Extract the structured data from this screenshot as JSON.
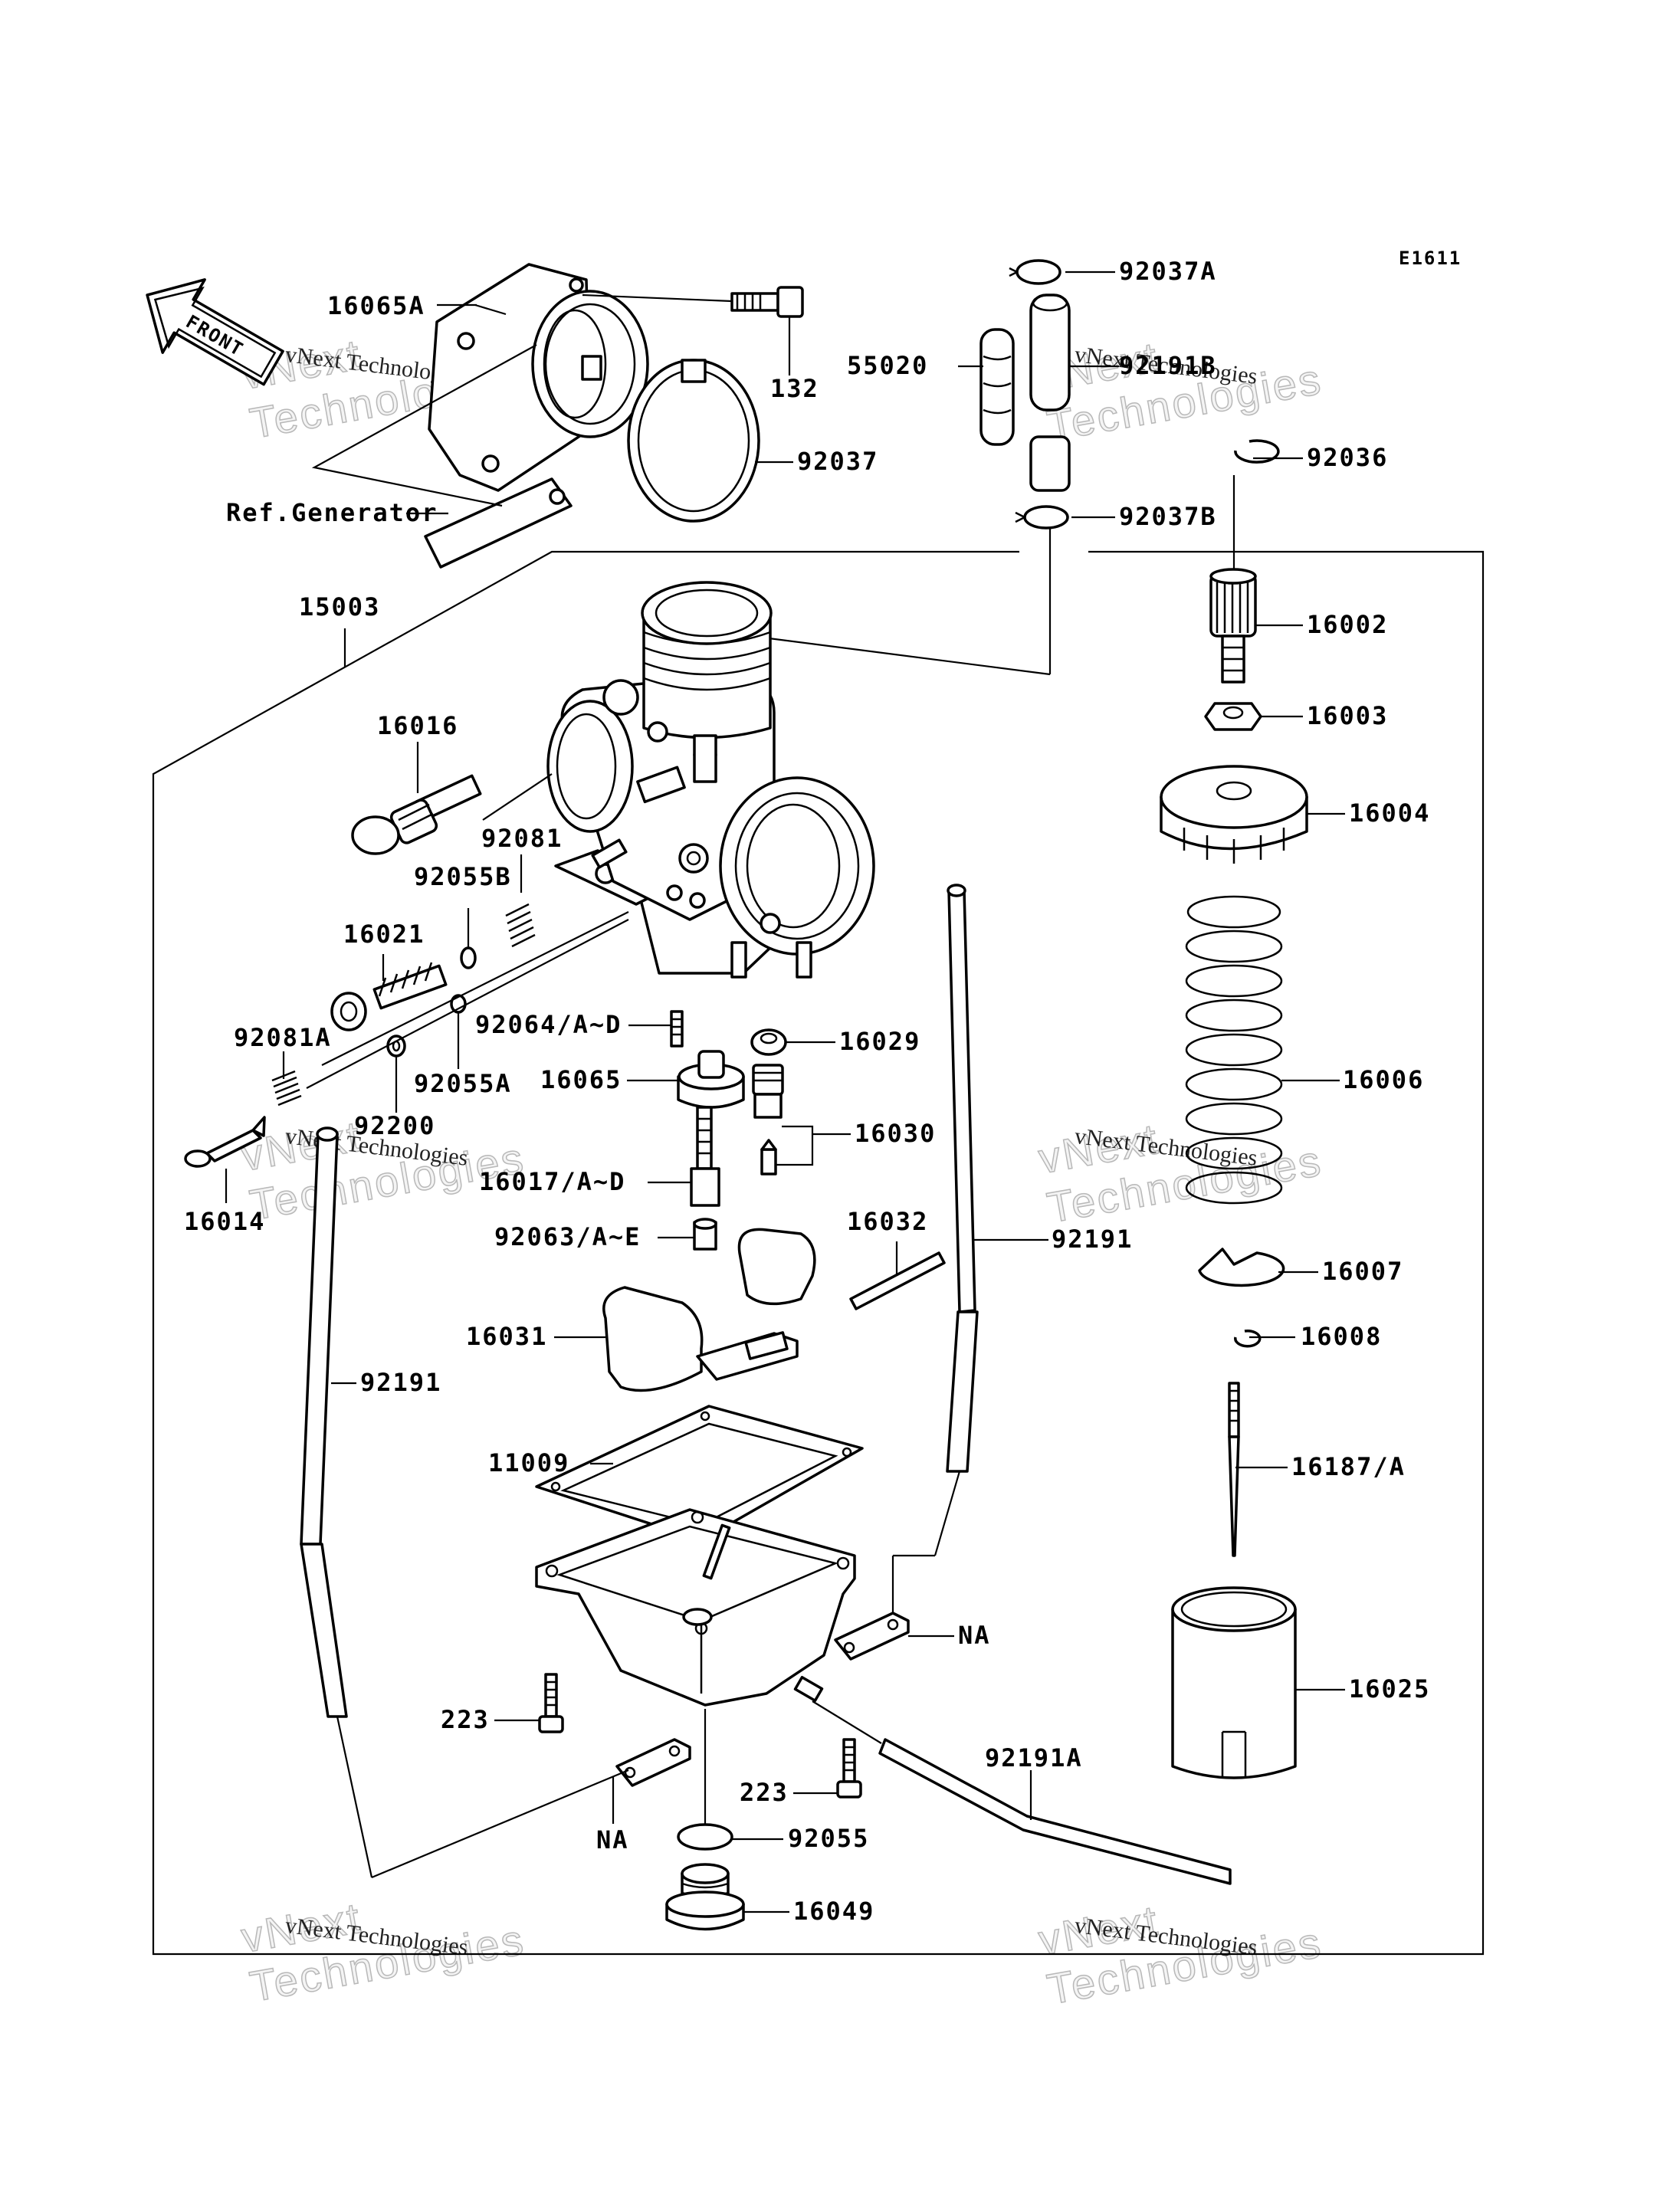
{
  "figure_code": "E1611",
  "front_arrow_label": "FRONT",
  "reference_note": "Ref.Generator",
  "watermark": {
    "line1": "vNext Technologies",
    "line2": "vNext\nTechnologies"
  },
  "part_labels": {
    "p92037A": "92037A",
    "p16065A": "16065A",
    "p55020": "55020",
    "p92191B": "92191B",
    "p132": "132",
    "p92037": "92037",
    "p92036": "92036",
    "p92037B": "92037B",
    "p15003": "15003",
    "p16002": "16002",
    "p16003": "16003",
    "p16016": "16016",
    "p16004": "16004",
    "p92081": "92081",
    "p92055B": "92055B",
    "p16021": "16021",
    "p92064": "92064/A~D",
    "p16029": "16029",
    "p92081A": "92081A",
    "p16065": "16065",
    "p92055A": "92055A",
    "p16006": "16006",
    "p92200": "92200",
    "p16030": "16030",
    "p16017": "16017/A~D",
    "p16014": "16014",
    "p16032": "16032",
    "p92191_right": "92191",
    "p92063": "92063/A~E",
    "p16007": "16007",
    "p16031": "16031",
    "p16008": "16008",
    "p92191_left": "92191",
    "p11009": "11009",
    "p16187": "16187/A",
    "p NA_right": "NA",
    "pNA_right": "NA",
    "p16025": "16025",
    "p223_left": "223",
    "p92191A": "92191A",
    "p223_right": "223",
    "pNA_left": "NA",
    "p92055": "92055",
    "p16049": "16049"
  }
}
